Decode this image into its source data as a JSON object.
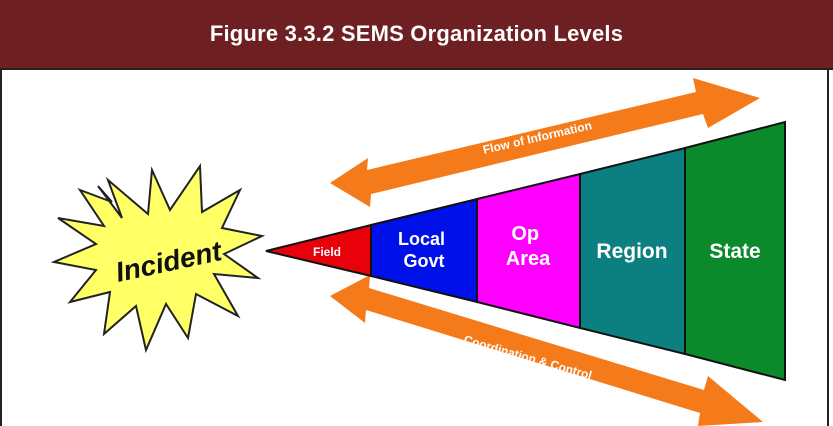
{
  "figure": {
    "title": "Figure 3.3.2 SEMS Organization Levels"
  },
  "diagram": {
    "burst_label": "Incident",
    "levels": [
      {
        "label": "Field",
        "color": "#e8000b"
      },
      {
        "label": "Local Govt",
        "color": "#0010e8"
      },
      {
        "label": "Op Area",
        "color": "#ff00ff"
      },
      {
        "label": "Region",
        "color": "#0c8080"
      },
      {
        "label": "State",
        "color": "#0a8a2a"
      }
    ],
    "arrows": {
      "top_label": "Flow of Information",
      "bottom_label": "Coordination & Control",
      "color": "#f47a1a"
    },
    "burst_color": "#ffff66"
  }
}
